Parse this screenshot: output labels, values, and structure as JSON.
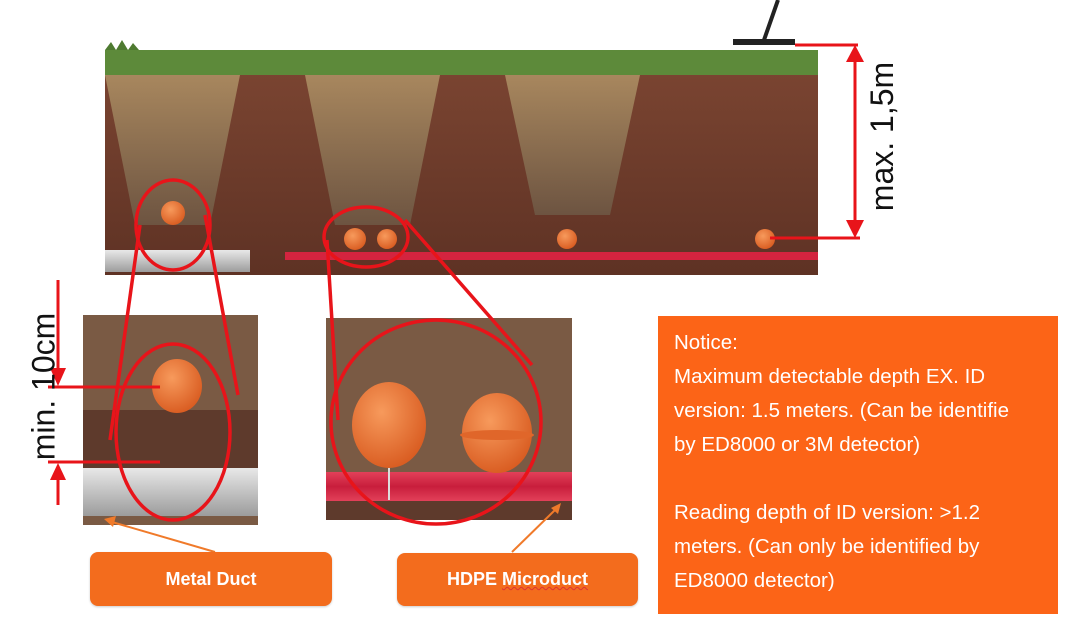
{
  "dimensions": {
    "max_depth": "max. 1,5m",
    "min_spacing": "min. 10cm"
  },
  "labels": {
    "metal_duct": "Metal Duct",
    "hdpe_prefix": "HDPE ",
    "hdpe_word": "Microduct"
  },
  "notice": {
    "title": "Notice:",
    "line1": "Maximum detectable depth EX. ID",
    "line2": "version: 1.5 meters. (Can be identifie",
    "line3": "by ED8000 or 3M detector)",
    "line4": "Reading depth of ID version: >1.2",
    "line5": "meters. (Can only be identified by",
    "line6": "ED8000 detector)"
  },
  "colors": {
    "accent_orange": "#fc6417",
    "marker_red": "#e8141a",
    "soil": "#6e3b2a",
    "grass": "#5d8a3a"
  }
}
